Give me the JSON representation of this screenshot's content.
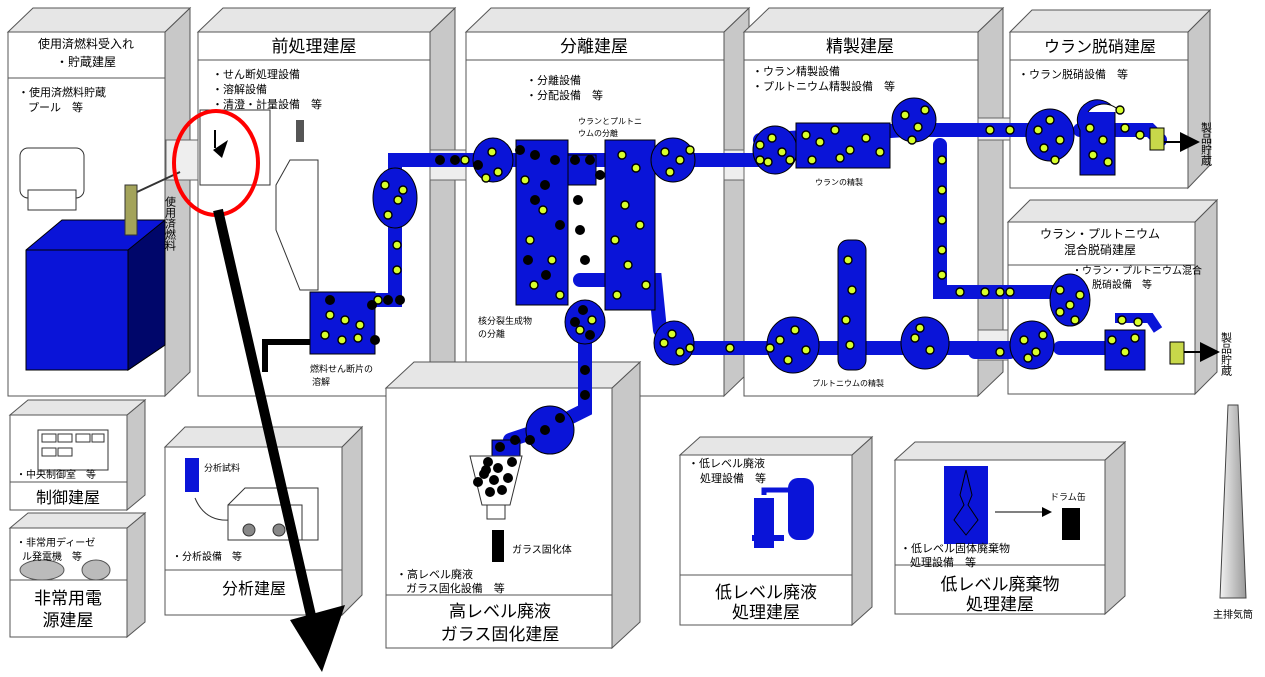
{
  "buildings": {
    "receipt": {
      "title_line1": "使用済燃料受入れ",
      "title_line2": "・貯蔵建屋",
      "equipment_line1": "・使用済燃料貯蔵",
      "equipment_line2": "プール　等"
    },
    "transfer_label": "使用済燃料",
    "headend": {
      "title": "前処理建屋",
      "eq1": "・せん断処理設備",
      "eq2": "・溶解設備",
      "eq3": "・清澄・計量設備　等",
      "dissolution_label_line1": "燃料せん断片の",
      "dissolution_label_line2": "溶解"
    },
    "separation": {
      "title": "分離建屋",
      "eq1": "・分離設備",
      "eq2": "・分配設備　等",
      "partition_line1": "ウランとプルトニ",
      "partition_line2": "ウムの分離",
      "fp_line1": "核分裂生成物",
      "fp_line2": "の分離"
    },
    "purification": {
      "title": "精製建屋",
      "eq1": "・ウラン精製設備",
      "eq2": "・プルトニウム精製設備　等",
      "uranium_label": "ウランの精製",
      "plutonium_label": "プルトニウムの精製"
    },
    "uranium_denitration": {
      "title": "ウラン脱硝建屋",
      "eq1": "・ウラン脱硝設備　等",
      "product_label": "製品貯蔵"
    },
    "mox_denitration": {
      "title_line1": "ウラン・プルトニウム",
      "title_line2": "混合脱硝建屋",
      "eq1": "・ウラン・プルトニウム混合",
      "eq2": "脱硝設備　等",
      "product_label": "製品貯蔵"
    },
    "control": {
      "eq": "・中央制御室　等",
      "title": "制御建屋"
    },
    "emergency": {
      "eq1": "・非常用ディーゼ",
      "eq2": "ル発電機　等",
      "title_line1": "非常用電",
      "title_line2": "源建屋"
    },
    "analysis": {
      "sample_label": "分析試料",
      "eq": "・分析設備　等",
      "title": "分析建屋"
    },
    "hlw": {
      "glass_label": "ガラス固化体",
      "eq1": "・高レベル廃液",
      "eq2": "ガラス固化設備　等",
      "title_line1": "高レベル廃液",
      "title_line2": "ガラス固化建屋"
    },
    "llw_liquid": {
      "eq1": "・低レベル廃液",
      "eq2": "処理設備　等",
      "title_line1": "低レベル廃液",
      "title_line2": "処理建屋"
    },
    "llw_solid": {
      "drum_label": "ドラム缶",
      "eq1": "・低レベル固体廃棄物",
      "eq2": "処理設備　等",
      "title_line1": "低レベル廃棄物",
      "title_line2": "処理建屋"
    },
    "stack": {
      "label": "主排気筒"
    }
  },
  "colors": {
    "process": "#0a14d8",
    "uranium": "#d8ff2a",
    "plutonium_fp": "#000000",
    "wall": "#d9d9d9",
    "wall_dark": "#a8a8a8",
    "highlight": "#ff0000"
  }
}
